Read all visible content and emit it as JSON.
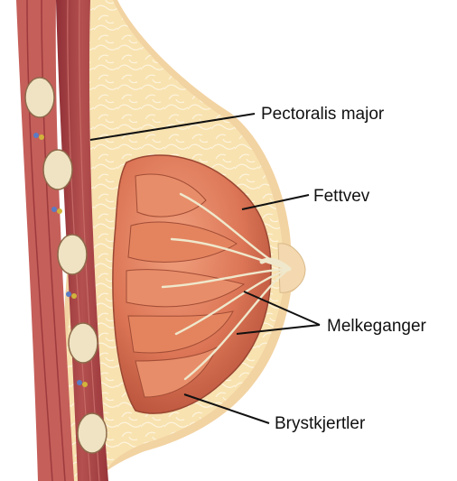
{
  "diagram": {
    "labels": {
      "pectoralis": "Pectoralis major",
      "fat": "Fettvev",
      "ducts": "Melkeganger",
      "glands": "Brystkjertler"
    }
  },
  "colors": {
    "skin": "#f2d5a8",
    "fat": "#f7dfa9",
    "muscle": "#a8434a",
    "gland": "#df7c58",
    "bone": "#efe4c6",
    "duct": "#eee9d2",
    "leader": "#111111"
  }
}
